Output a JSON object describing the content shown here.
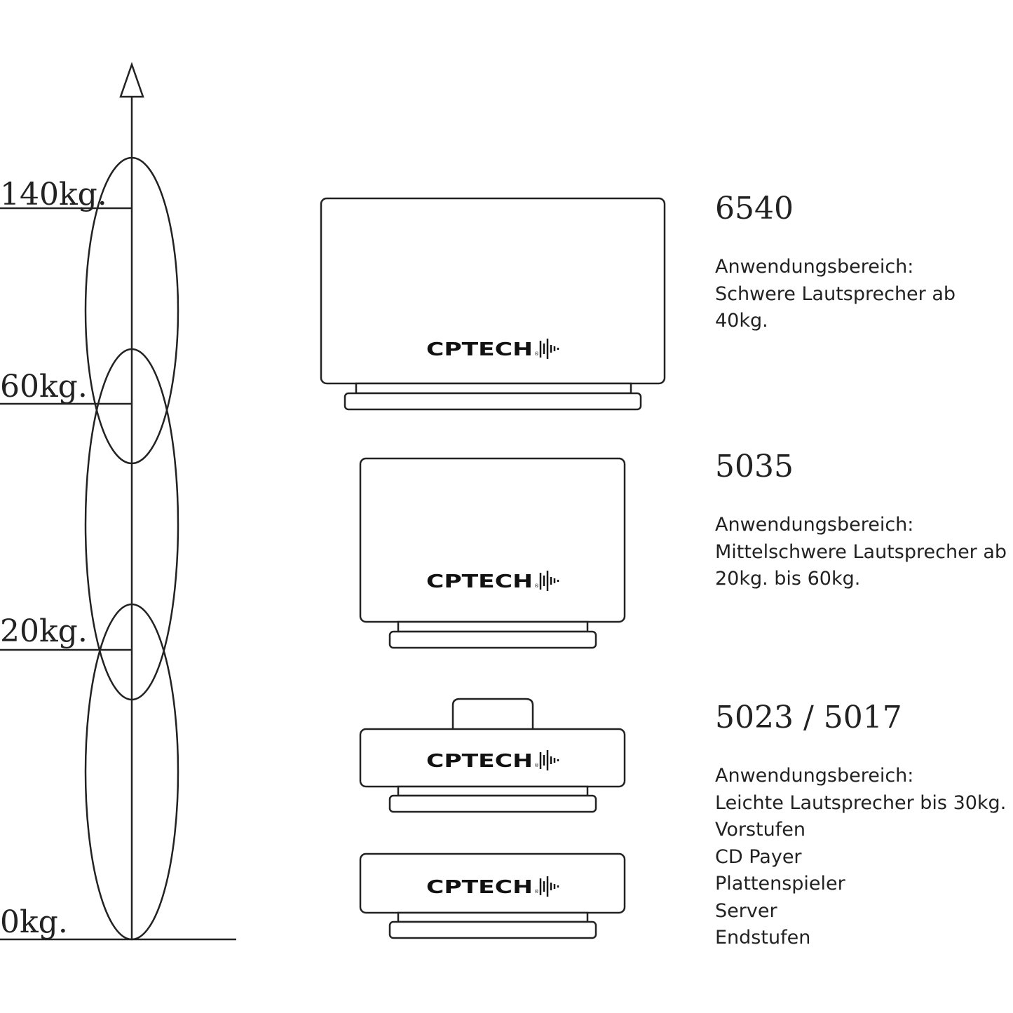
{
  "scale": {
    "labels": [
      "140kg.",
      "60kg.",
      "20kg.",
      "0kg."
    ]
  },
  "logo": {
    "brand": "CPTECH",
    "mark": "®",
    "icon": "waveform-icon"
  },
  "products": [
    {
      "id": "6540",
      "lines": [
        "Anwendungsbereich:",
        "Schwere Lautsprecher ab",
        "40kg."
      ]
    },
    {
      "id": "5035",
      "lines": [
        "Anwendungsbereich:",
        "Mittelschwere Lautsprecher ab",
        "20kg. bis 60kg."
      ]
    },
    {
      "id": "5023 / 5017",
      "lines": [
        "Anwendungsbereich:",
        "Leichte Lautsprecher bis 30kg.",
        "Vorstufen",
        "CD Payer",
        "Plattenspieler",
        "Server",
        "Endstufen"
      ]
    }
  ],
  "colors": {
    "stroke": "#222222",
    "background": "#ffffff"
  }
}
